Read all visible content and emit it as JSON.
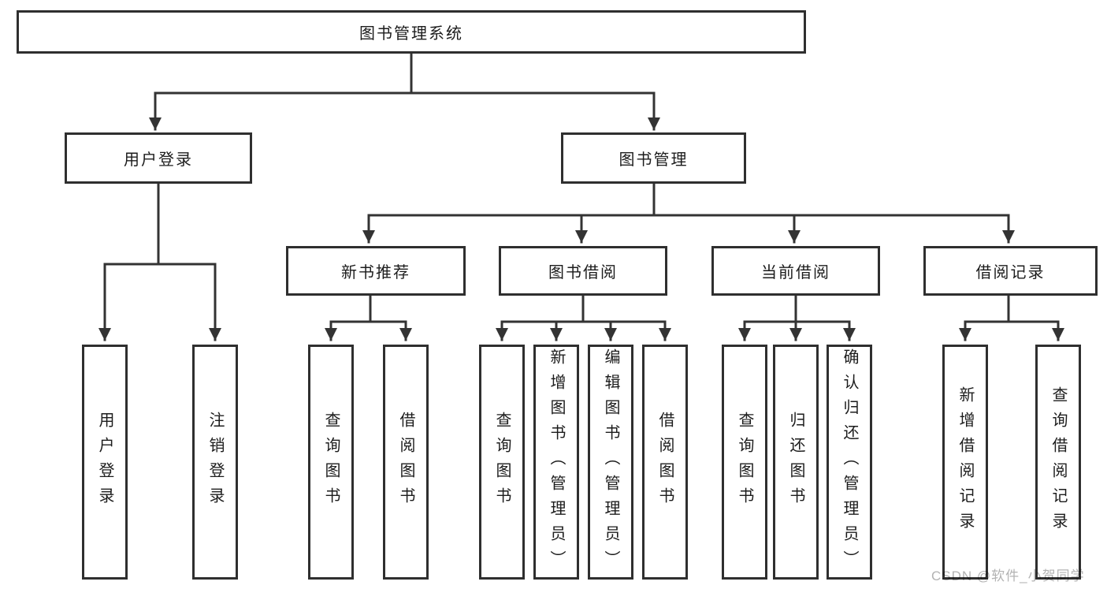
{
  "tree": {
    "label": "图书管理系统",
    "children": [
      {
        "label": "用户登录",
        "children": [
          {
            "label": "用户登录"
          },
          {
            "label": "注销登录"
          }
        ]
      },
      {
        "label": "图书管理",
        "children": [
          {
            "label": "新书推荐",
            "children": [
              {
                "label": "查询图书"
              },
              {
                "label": "借阅图书"
              }
            ]
          },
          {
            "label": "图书借阅",
            "children": [
              {
                "label": "查询图书"
              },
              {
                "label": "新增图书（管理员）"
              },
              {
                "label": "编辑图书（管理员）"
              },
              {
                "label": "借阅图书"
              }
            ]
          },
          {
            "label": "当前借阅",
            "children": [
              {
                "label": "查询图书"
              },
              {
                "label": "归还图书"
              },
              {
                "label": "确认归还（管理员）"
              }
            ]
          },
          {
            "label": "借阅记录",
            "children": [
              {
                "label": "新增借阅记录"
              },
              {
                "label": "查询借阅记录"
              }
            ]
          }
        ]
      }
    ]
  },
  "watermark": {
    "text": "CSDN @软件_小贺同学"
  },
  "colors": {
    "line": "#333333",
    "border": "#2f2f2f",
    "text": "#1c1c1c",
    "watermark": "#b3b3b3",
    "background": "#ffffff"
  }
}
